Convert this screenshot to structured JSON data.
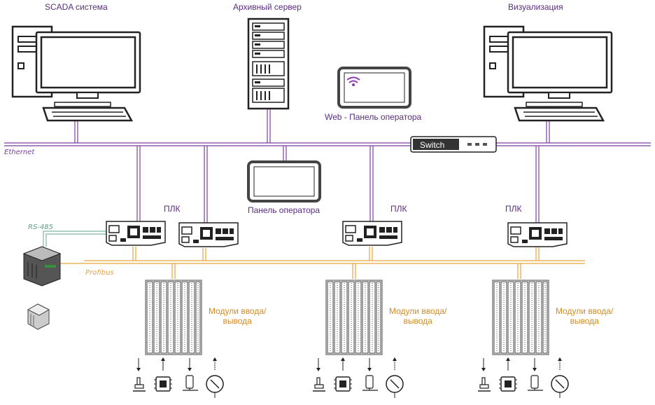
{
  "labels": {
    "scada": "SCADA система",
    "archive": "Архивный сервер",
    "visualization": "Визуализация",
    "web_panel": "Web - Панель оператора",
    "operator_panel": "Панель оператора",
    "switch": "Switch",
    "ethernet": "Ethernet",
    "rs485": "RS-485",
    "profibus": "Profibus",
    "plc": "ПЛК",
    "io_modules": "Модули ввода/\nвывода"
  },
  "colors": {
    "ethernet": "#7b3fa0",
    "profibus": "#e8a33a",
    "rs485": "#7fb3a0",
    "device": "#222222"
  }
}
